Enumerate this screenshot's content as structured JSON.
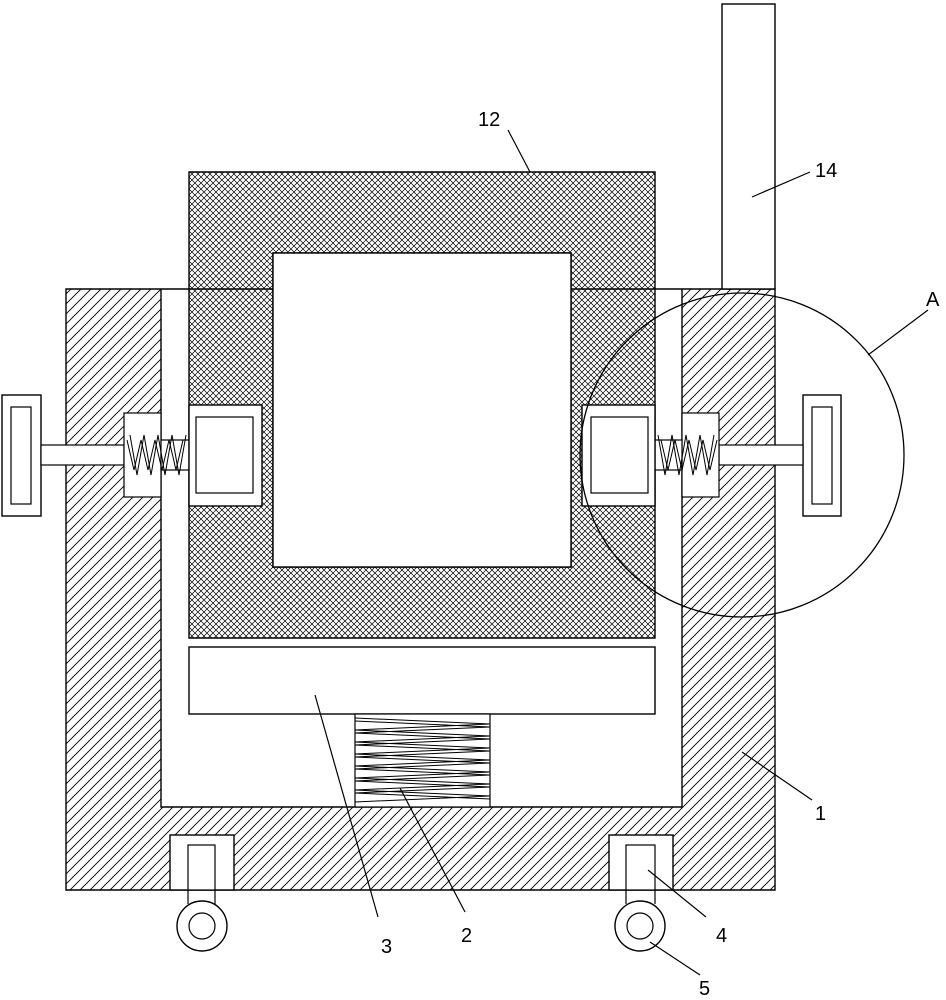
{
  "figure": {
    "kind": "technical-drawing",
    "callouts": {
      "frame": "1",
      "spring": "2",
      "plate": "3",
      "wheel_mount": "4",
      "wheel": "5",
      "box": "12",
      "handle": "14",
      "detail": "A"
    },
    "colors": {
      "stroke": "#000000",
      "background": "#ffffff"
    }
  }
}
